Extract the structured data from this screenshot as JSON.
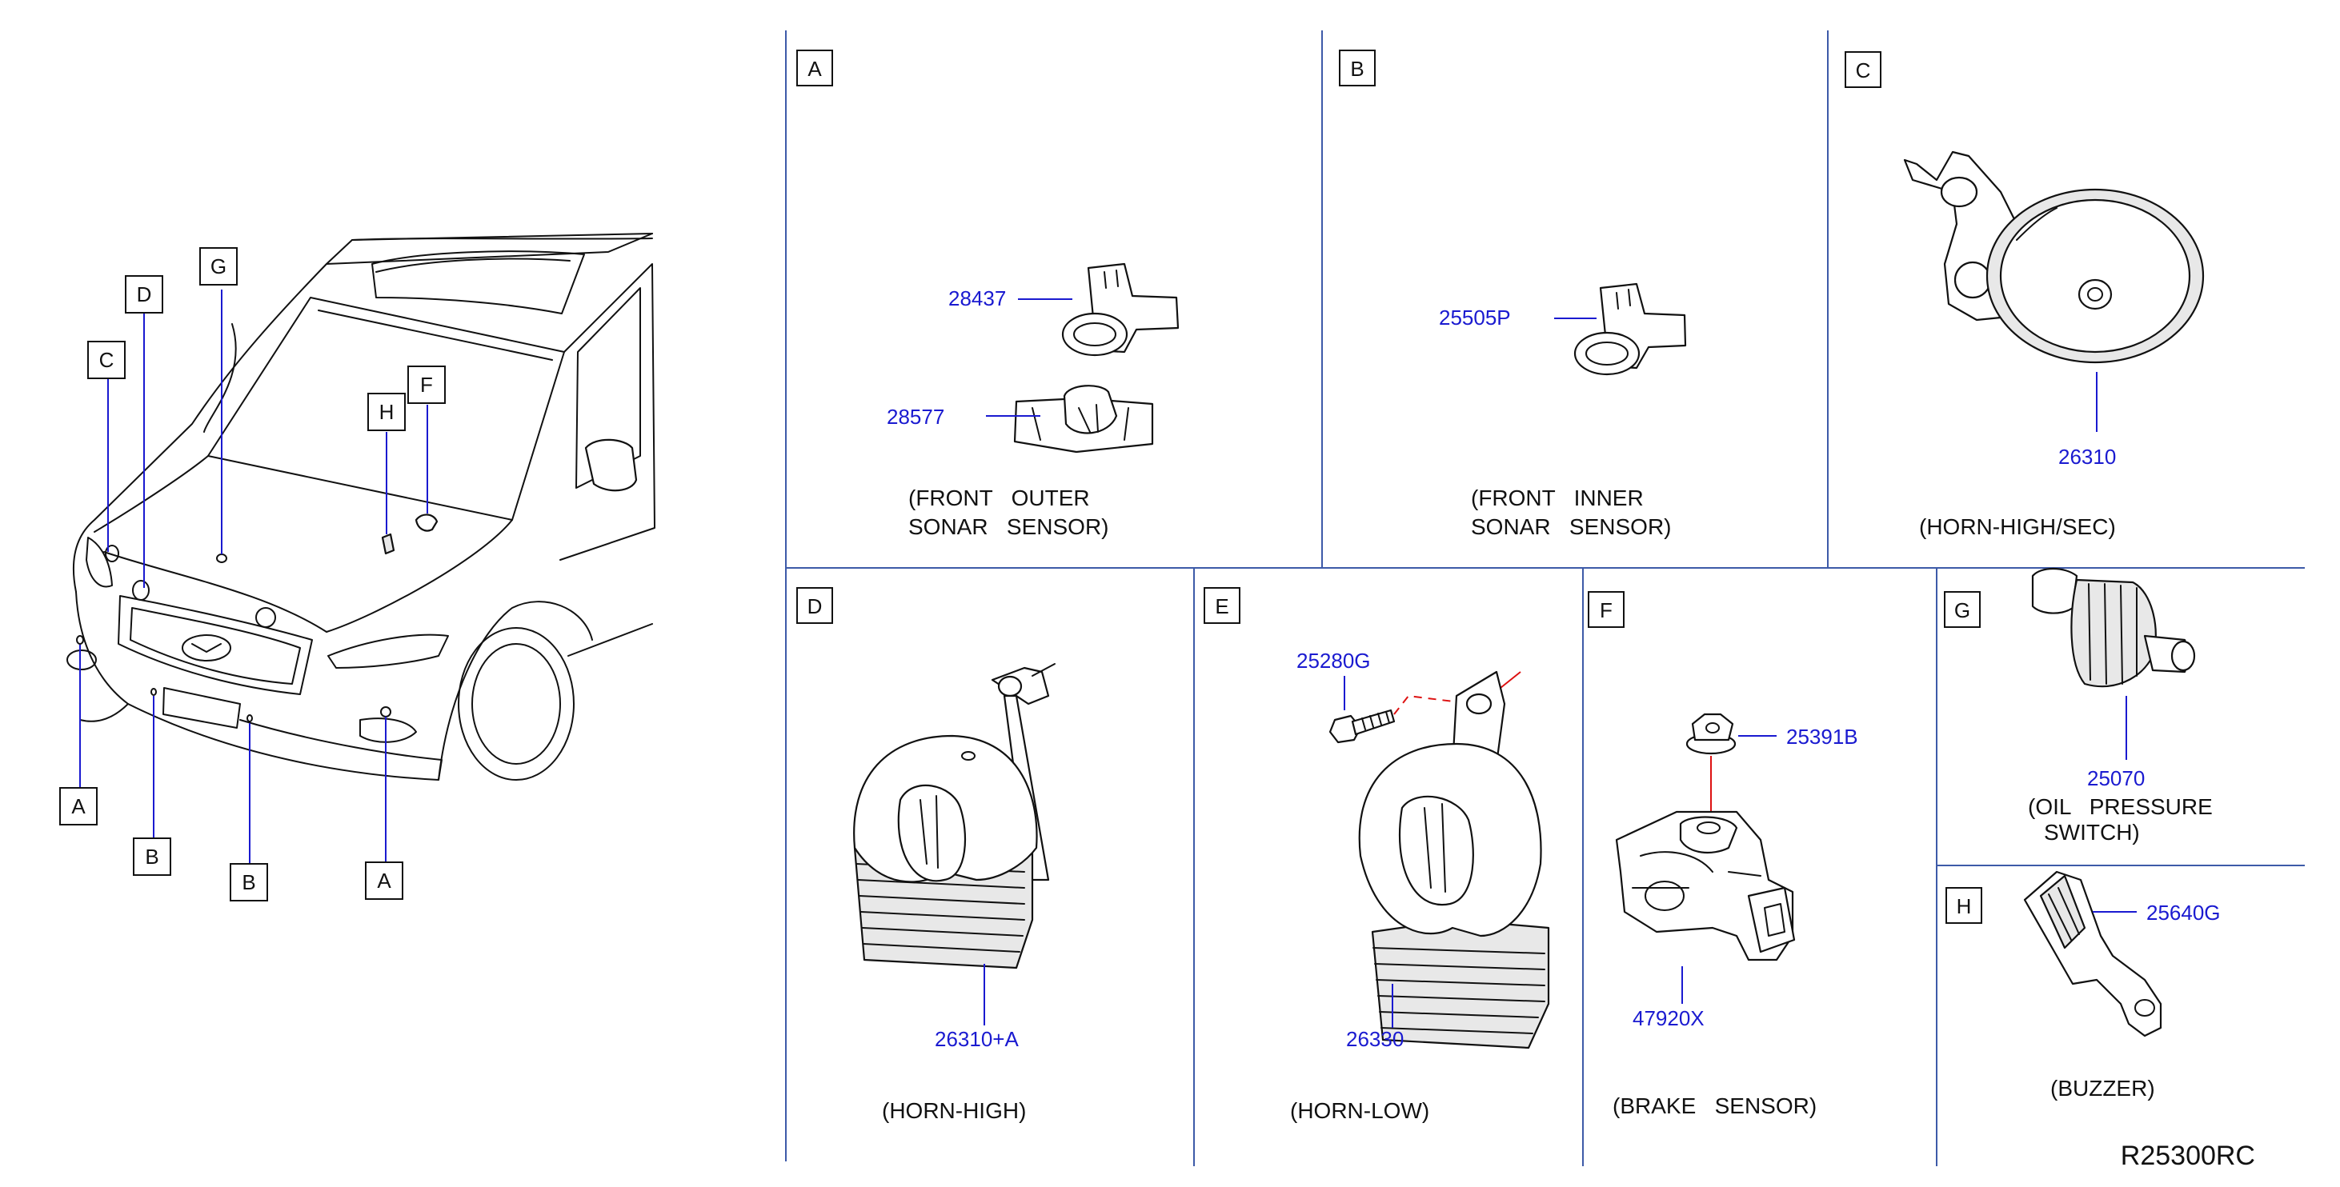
{
  "car_callouts": [
    "G",
    "D",
    "C",
    "H",
    "F",
    "A",
    "B",
    "B",
    "A"
  ],
  "panels": {
    "A": {
      "letter": "A",
      "parts": [
        "28437",
        "28577"
      ],
      "caption": [
        "(FRONT   OUTER",
        "SONAR   SENSOR)"
      ]
    },
    "B": {
      "letter": "B",
      "parts": [
        "25505P"
      ],
      "caption": [
        "(FRONT   INNER",
        "SONAR   SENSOR)"
      ]
    },
    "C": {
      "letter": "C",
      "parts": [
        "26310"
      ],
      "caption": [
        "(HORN-HIGH/SEC)"
      ]
    },
    "D": {
      "letter": "D",
      "parts": [
        "26310+A"
      ],
      "caption": [
        "(HORN-HIGH)"
      ]
    },
    "E": {
      "letter": "E",
      "parts": [
        "25280G",
        "26330"
      ],
      "caption": [
        "(HORN-LOW)"
      ]
    },
    "F": {
      "letter": "F",
      "parts": [
        "25391B",
        "47920X"
      ],
      "caption": [
        "(BRAKE   SENSOR)"
      ]
    },
    "G": {
      "letter": "G",
      "parts": [
        "25070"
      ],
      "caption": [
        "(OIL   PRESSURE",
        "SWITCH)"
      ]
    },
    "H": {
      "letter": "H",
      "parts": [
        "25640G"
      ],
      "caption": [
        "(BUZZER)"
      ]
    }
  },
  "reference": "R25300RC"
}
